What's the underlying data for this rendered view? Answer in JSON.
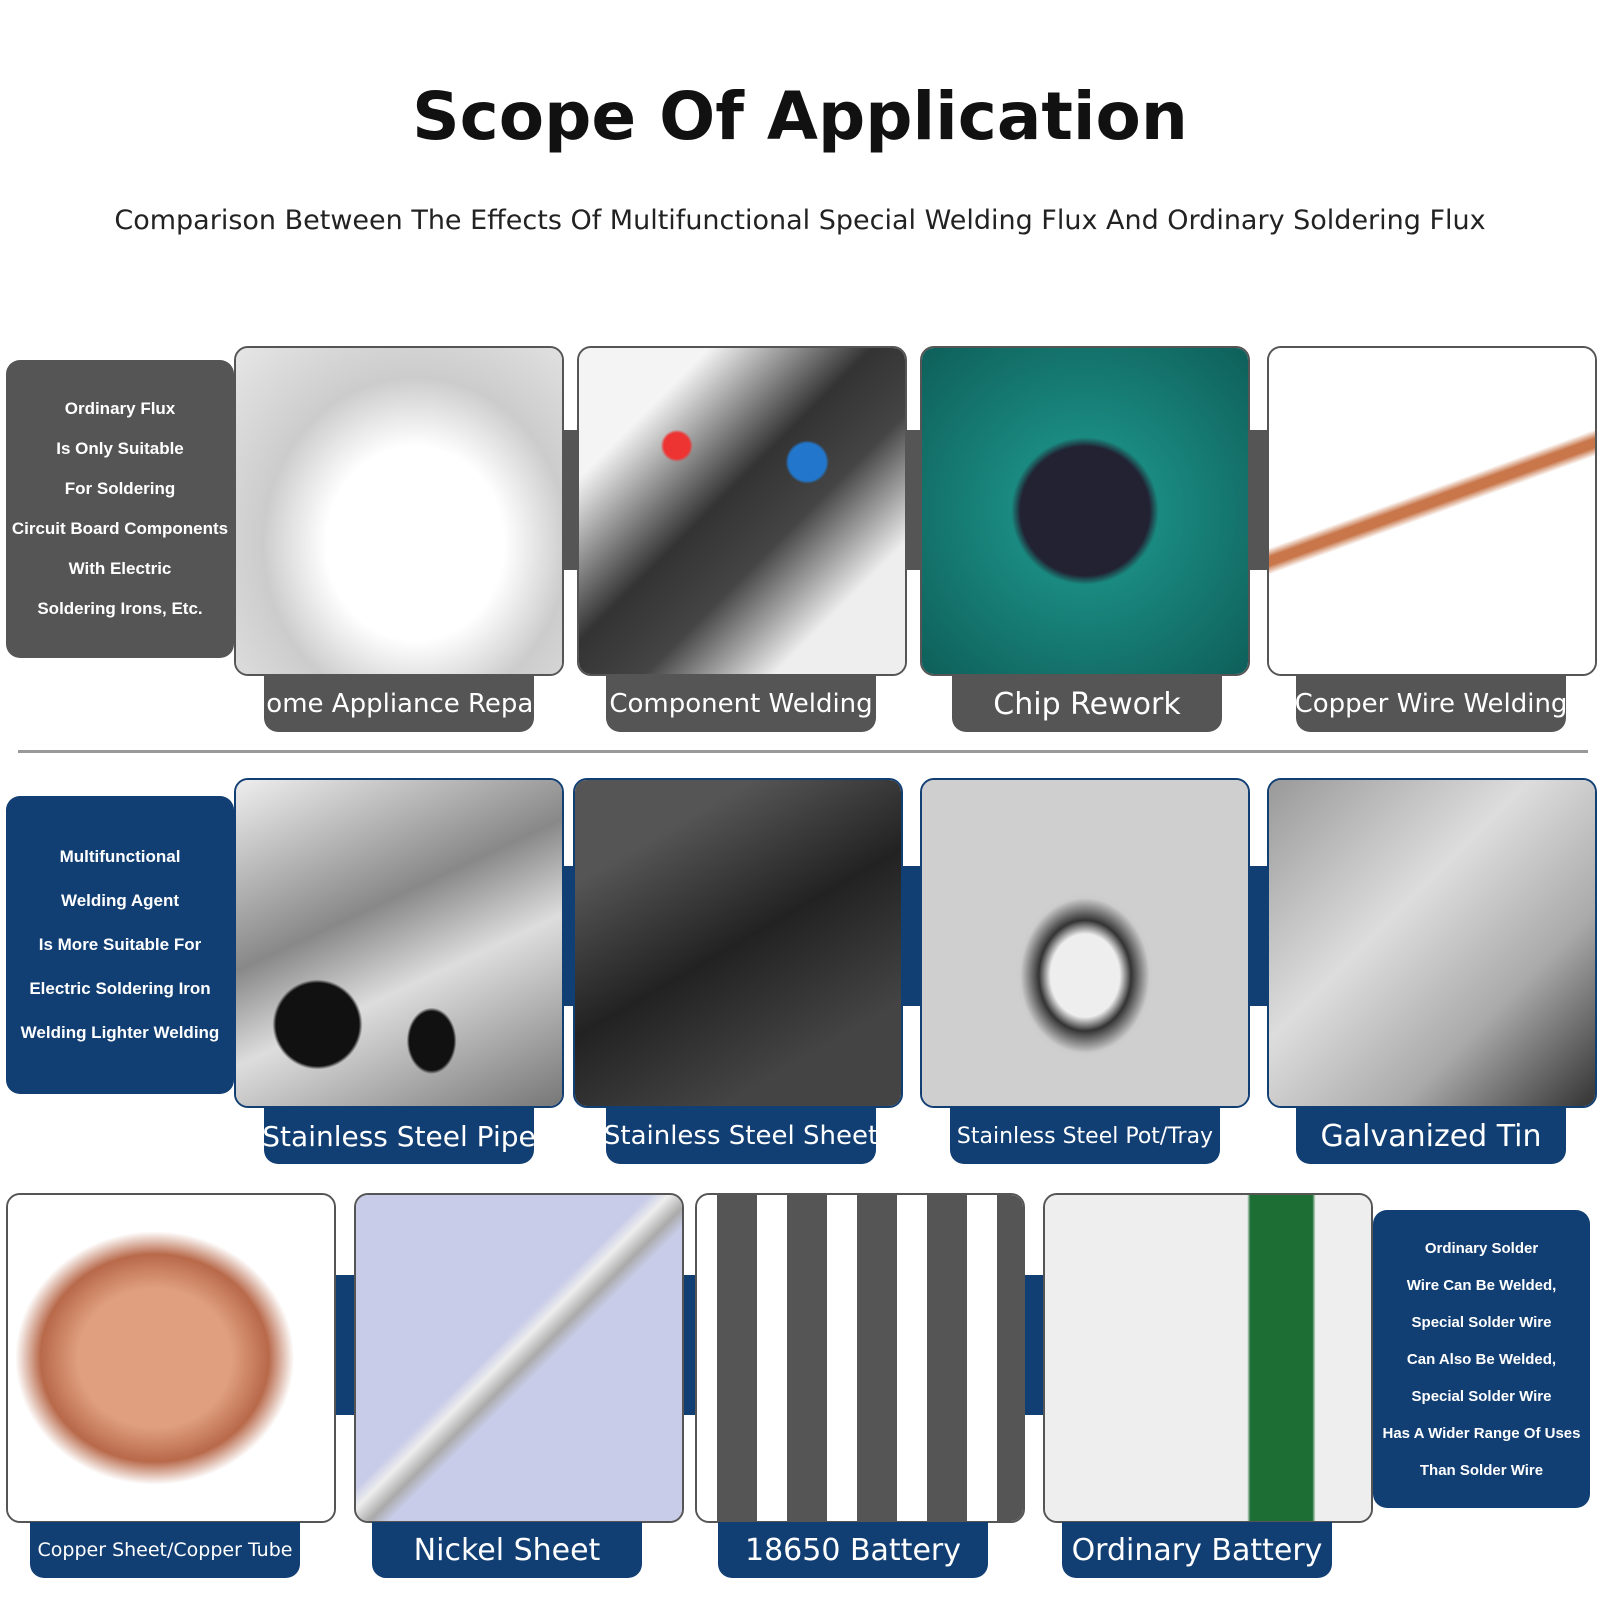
{
  "header": {
    "title": "Scope Of Application",
    "subtitle": "Comparison Between The Effects Of Multifunctional Special Welding Flux And Ordinary Soldering Flux"
  },
  "row1": {
    "panel": [
      "Ordinary Flux",
      "Is Only Suitable",
      "For Soldering",
      "Circuit Board Components",
      "With Electric",
      "Soldering Irons, Etc."
    ],
    "items": [
      "Home Appliance Repair",
      "Component Welding",
      "Chip Rework",
      "Copper Wire Welding"
    ]
  },
  "row2": {
    "panel": [
      "Multifunctional",
      "Welding Agent",
      "Is More Suitable For",
      "Electric Soldering Iron",
      "Welding Lighter Welding"
    ],
    "items": [
      "Stainless Steel Pipe",
      "Stainless Steel Sheet",
      "Stainless Steel Pot/Tray",
      "Galvanized Tin"
    ]
  },
  "row3": {
    "items": [
      "Copper Sheet/Copper Tube",
      "Nickel Sheet",
      "18650 Battery",
      "Ordinary Battery"
    ],
    "panel": [
      "Ordinary Solder",
      "Wire Can Be Welded,",
      "Special Solder Wire",
      "Can Also Be Welded,",
      "Special Solder Wire",
      "Has A Wider Range Of Uses",
      "Than Solder Wire"
    ]
  },
  "colors": {
    "gray": "#555555",
    "blue": "#123f73"
  }
}
